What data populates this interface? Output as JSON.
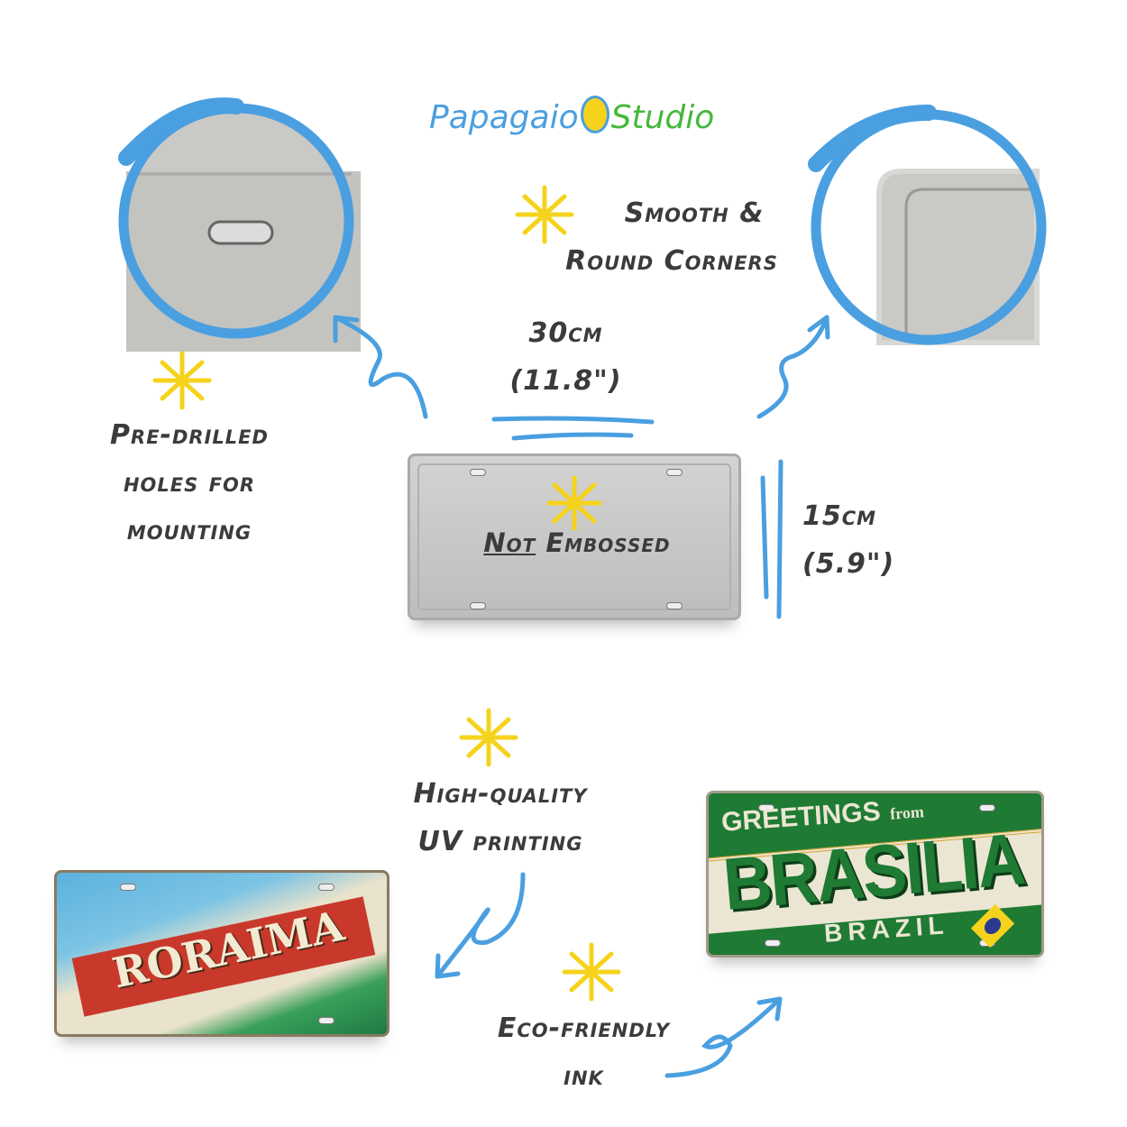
{
  "logo": {
    "part1": "Papagaio",
    "part2": "Studio"
  },
  "features": {
    "corners": [
      "Smooth &",
      "Round Corners"
    ],
    "width": [
      "30cm",
      "(11.8\")"
    ],
    "holes": [
      "Pre-drilled",
      "holes for",
      "mounting"
    ],
    "height": [
      "15cm",
      "(5.9\")"
    ],
    "embossed": {
      "not": "Not",
      "rest": "Embossed"
    },
    "printing": [
      "High-quality",
      "UV printing"
    ],
    "ink": [
      "Eco-friendly",
      "ink"
    ]
  },
  "plates": {
    "roraima": {
      "title": "RORAIMA"
    },
    "brasilia": {
      "greeting": "GREETINGS",
      "from": "from",
      "city": "BRASILIA",
      "country": "BRAZIL"
    }
  },
  "colors": {
    "blue": "#4a9fe0",
    "yellow": "#f5d31c",
    "green": "#1e7a34",
    "text": "#3b3b3b"
  }
}
